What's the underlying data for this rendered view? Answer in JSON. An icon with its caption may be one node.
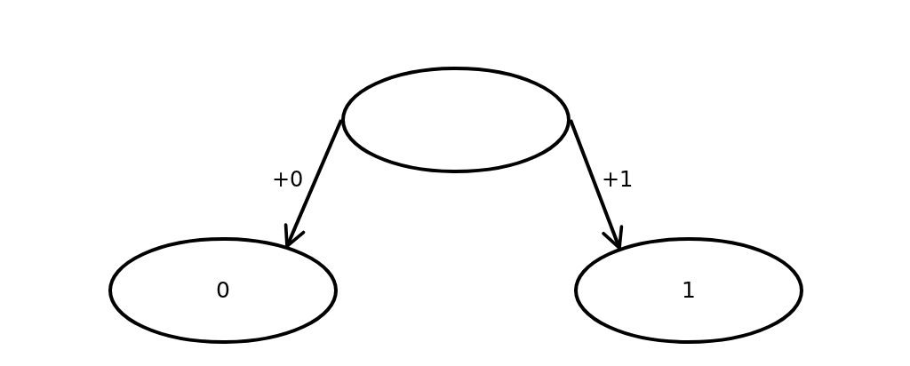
{
  "diagram": {
    "nodes": [
      {
        "text": [],
        "shape": "ellipse"
      },
      {
        "text": [
          "0"
        ]
      },
      {
        "text": [
          "1"
        ]
      }
    ],
    "edges": [
      {
        "from": 0,
        "to": 1,
        "arrow": "to",
        "label": "+0"
      },
      {
        "from": 0,
        "to": 2,
        "arrow": "to",
        "label": "+1"
      }
    ]
  }
}
